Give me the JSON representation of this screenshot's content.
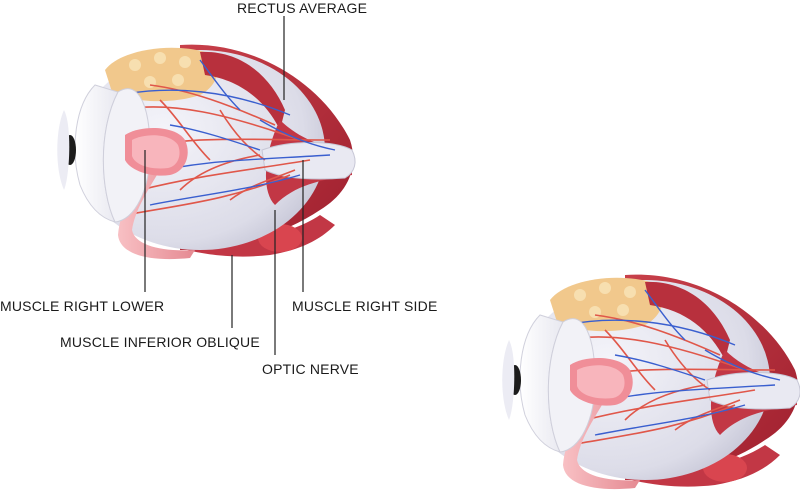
{
  "labels": {
    "rectus": "RECTUS AVERAGE",
    "muscle_right_lower": "MUSCLE RIGHT LOWER",
    "muscle_inferior_oblique": "MUSCLE INFERIOR OBLIQUE",
    "optic_nerve": "OPTIC NERVE",
    "muscle_right_side": "MUSCLE RIGHT SIDE"
  },
  "colors": {
    "muscle": "#b32a3a",
    "muscle_light": "#d95a5f",
    "sclera": "#dcdce8",
    "fat": "#f3c98a",
    "vein": "#3a5fcf",
    "artery": "#e0574a",
    "nerve": "#f4a7ad"
  }
}
